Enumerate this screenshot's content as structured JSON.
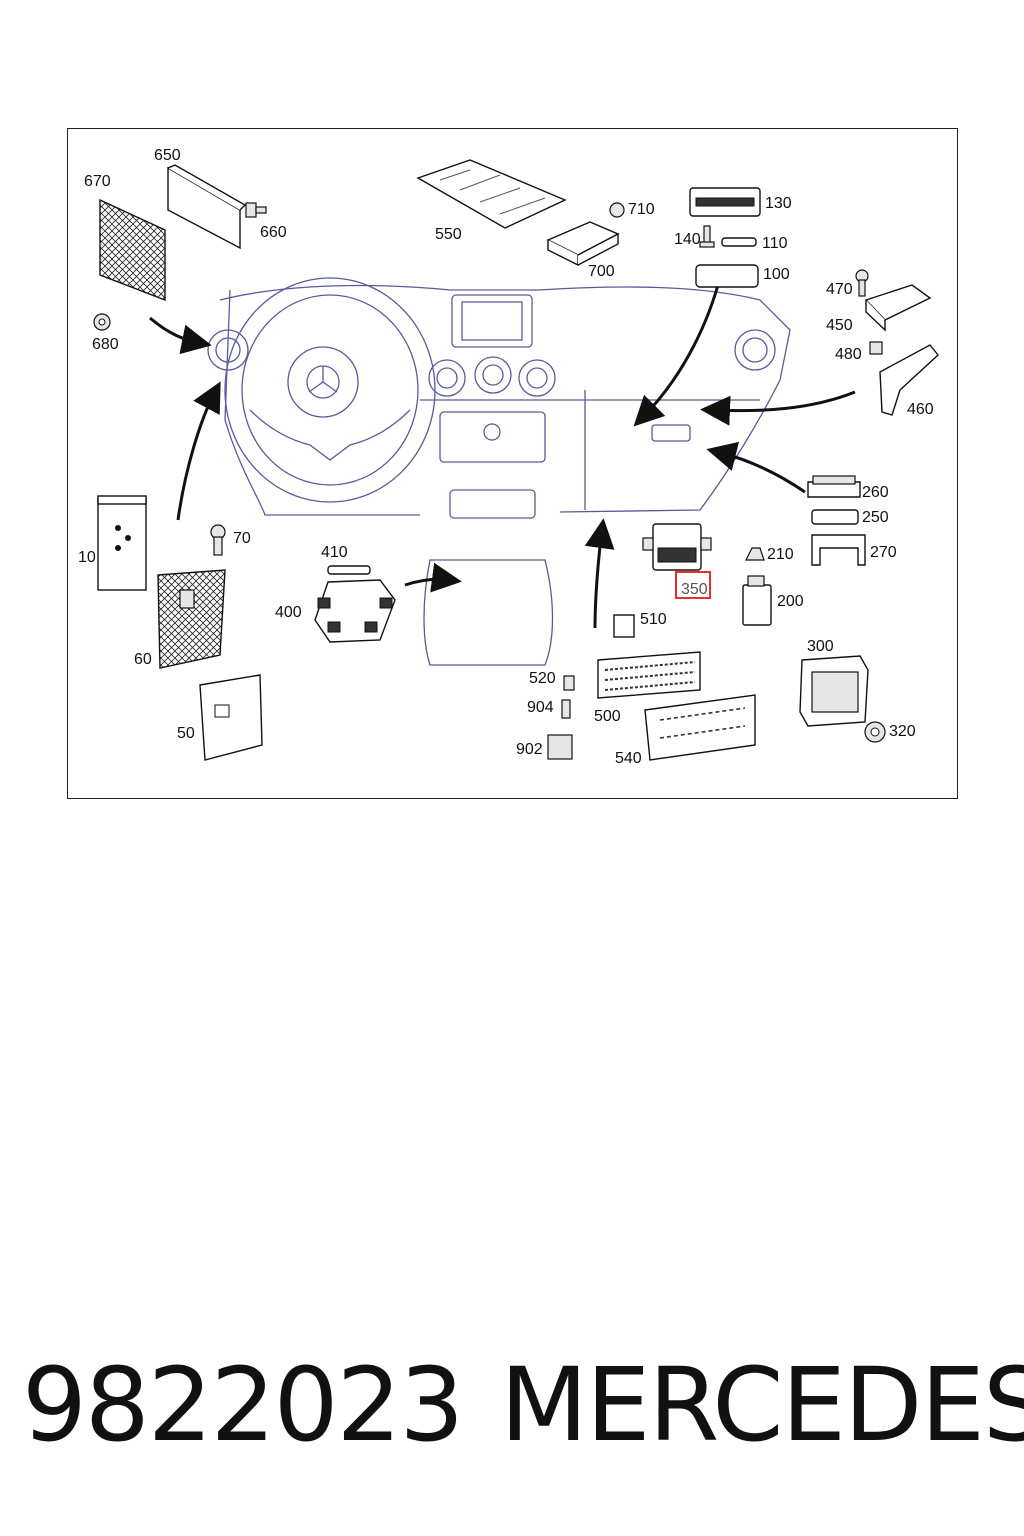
{
  "diagram": {
    "callouts": [
      "650",
      "670",
      "660",
      "680",
      "550",
      "710",
      "700",
      "130",
      "140",
      "110",
      "100",
      "470",
      "450",
      "480",
      "460",
      "10",
      "70",
      "410",
      "400",
      "60",
      "50",
      "260",
      "250",
      "270",
      "210",
      "350",
      "200",
      "510",
      "520",
      "904",
      "500",
      "300",
      "902",
      "540",
      "320"
    ],
    "highlighted": "350"
  },
  "footer": {
    "part_number": "9822023",
    "brand": "MERCEDES"
  },
  "colors": {
    "line_art": "#111111",
    "dashboard_outline": "#5a5a9a",
    "highlight_box": "#e03030"
  }
}
